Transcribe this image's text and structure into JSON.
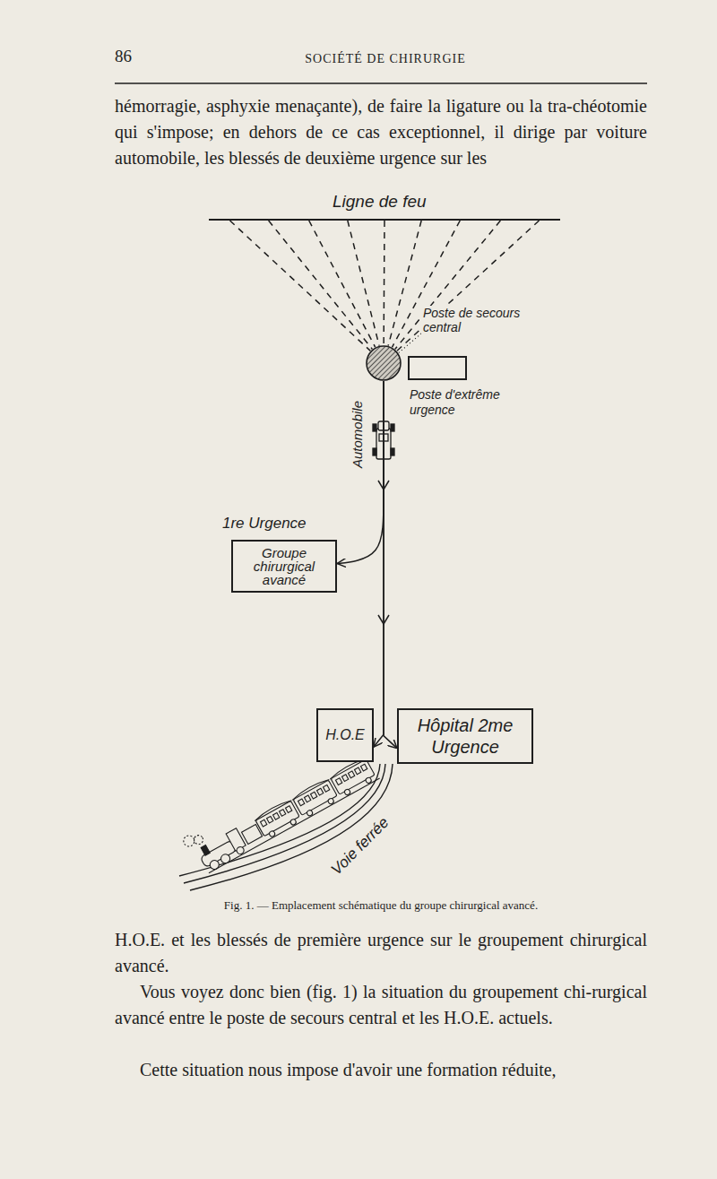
{
  "diagram": {
    "caption": "Fig. 1. — Emplacement schématique du groupe chirurgical avancé.",
    "nodes": [
      {
        "text": [
          "Ligne de feu"
        ]
      },
      {
        "text": [
          "Poste de secours central"
        ]
      },
      {
        "text": [
          "Poste d'extrême urgence"
        ]
      },
      {
        "text": [
          "1re Urgence",
          "Groupe chirurgical avancé"
        ]
      },
      {
        "text": [
          "H.O.E"
        ]
      },
      {
        "text": [
          "Hôpital 2me Urgence"
        ]
      }
    ],
    "edges": [
      {
        "from": 0,
        "to": 1,
        "arrow": "none"
      },
      {
        "from": 1,
        "to": 3,
        "label": "Automobile",
        "arrow": "to"
      },
      {
        "from": 1,
        "to": 4,
        "arrow": "to"
      },
      {
        "from": 1,
        "to": 5,
        "arrow": "to"
      }
    ],
    "labels": [
      "86",
      "SOCIÉTÉ DE CHIRURGIE",
      "hémorragie, asphyxie menaçante), de faire la ligature ou la tra-chéotomie qui s'impose; en dehors de ce cas exceptionnel, il dirige par voiture automobile, les blessés de deuxième urgence sur les",
      "Voie ferrée",
      "H.O.E. et les blessés de première urgence sur le groupement chirurgical avancé.",
      "Vous voyez donc bien (fig. 1) la situation du groupement chi-rurgical avancé entre le poste de secours central et les H.O.E. actuels.",
      "Cette situation nous impose d'avoir une formation réduite,"
    ]
  }
}
